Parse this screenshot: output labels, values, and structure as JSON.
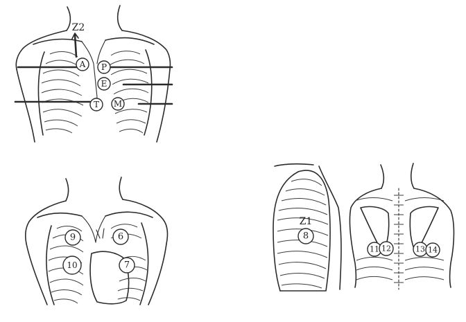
{
  "colors": {
    "ink": "#2b2b2b",
    "background": "#ffffff"
  },
  "labels": {
    "z2": "Z2",
    "a": "A",
    "p": "P",
    "e": "E",
    "t": "T",
    "m": "M",
    "n9": "9",
    "n6": "6",
    "n10": "10",
    "n7": "7",
    "z1": "Z1",
    "n8": "8",
    "n11": "11",
    "n12": "12",
    "n13": "13",
    "n14": "14"
  }
}
